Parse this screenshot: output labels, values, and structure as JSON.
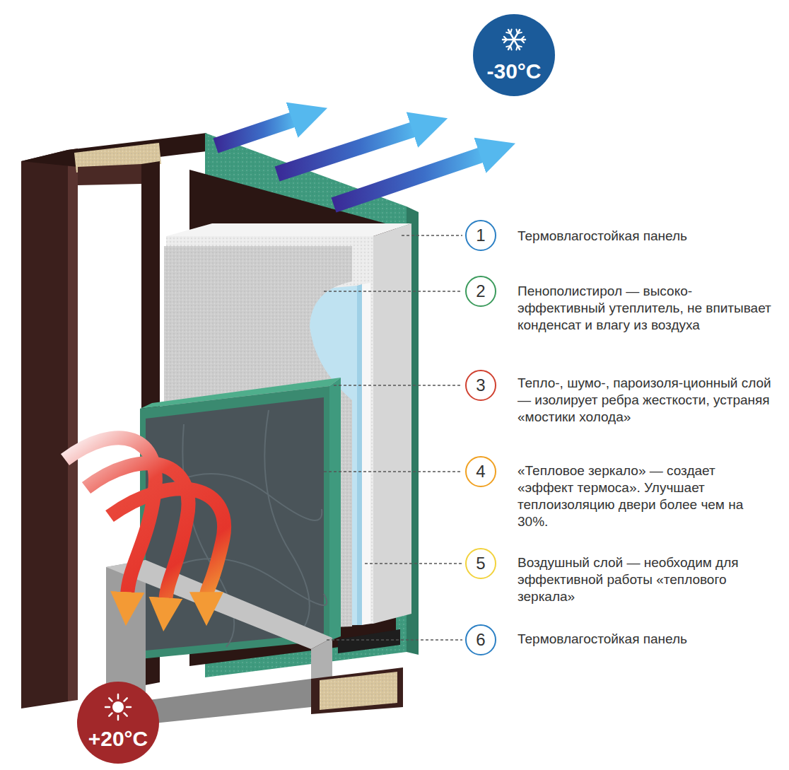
{
  "diagram": {
    "nodes": [
      {
        "text": [
          "-30°C"
        ]
      },
      {
        "text": [
          "1"
        ]
      },
      {
        "text": [
          "2"
        ]
      },
      {
        "text": [
          "3"
        ]
      },
      {
        "text": [
          "4"
        ]
      },
      {
        "text": [
          "5"
        ]
      },
      {
        "text": [
          "6"
        ]
      },
      {
        "text": [
          "+20°C"
        ]
      }
    ],
    "labels": [
      "Термовлагостойкая панель",
      "Пенополистирол — высоко-эффективный утеплитель, не впитывает конденсат и влагу из воздуха",
      "Тепло-, шумо-, пароизоля-ционный слой — изолирует ребра жесткости, устраняя «мостики холода»",
      "«Тепловое зеркало» — создает «эффект термоса». Улучшает теплоизоляцию двери более чем на 30%.",
      "Воздушный слой — необходим для эффективной работы «теплового зеркала»",
      "Термовлагостойкая панель"
    ]
  }
}
